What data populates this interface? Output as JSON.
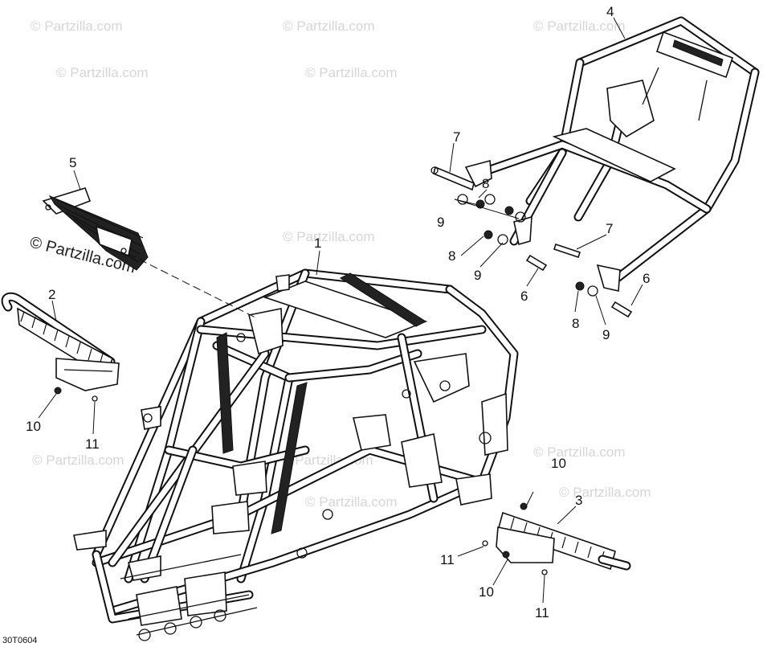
{
  "diagram": {
    "drawing_code": "30T0604",
    "watermark_text": "© Partzilla.com",
    "callouts": [
      {
        "id": "c1",
        "label": "1"
      },
      {
        "id": "c2",
        "label": "2"
      },
      {
        "id": "c3",
        "label": "3"
      },
      {
        "id": "c4",
        "label": "4"
      },
      {
        "id": "c5",
        "label": "5"
      },
      {
        "id": "c6a",
        "label": "6"
      },
      {
        "id": "c6b",
        "label": "6"
      },
      {
        "id": "c7a",
        "label": "7"
      },
      {
        "id": "c7b",
        "label": "7"
      },
      {
        "id": "c8a",
        "label": "8"
      },
      {
        "id": "c8b",
        "label": "8"
      },
      {
        "id": "c8c",
        "label": "8"
      },
      {
        "id": "c9a",
        "label": "9"
      },
      {
        "id": "c9b",
        "label": "9"
      },
      {
        "id": "c9c",
        "label": "9"
      },
      {
        "id": "c10a",
        "label": "10"
      },
      {
        "id": "c10b",
        "label": "10"
      },
      {
        "id": "c10c",
        "label": "10"
      },
      {
        "id": "c11a",
        "label": "11"
      },
      {
        "id": "c11b",
        "label": "11"
      },
      {
        "id": "c11c",
        "label": "11"
      }
    ]
  }
}
